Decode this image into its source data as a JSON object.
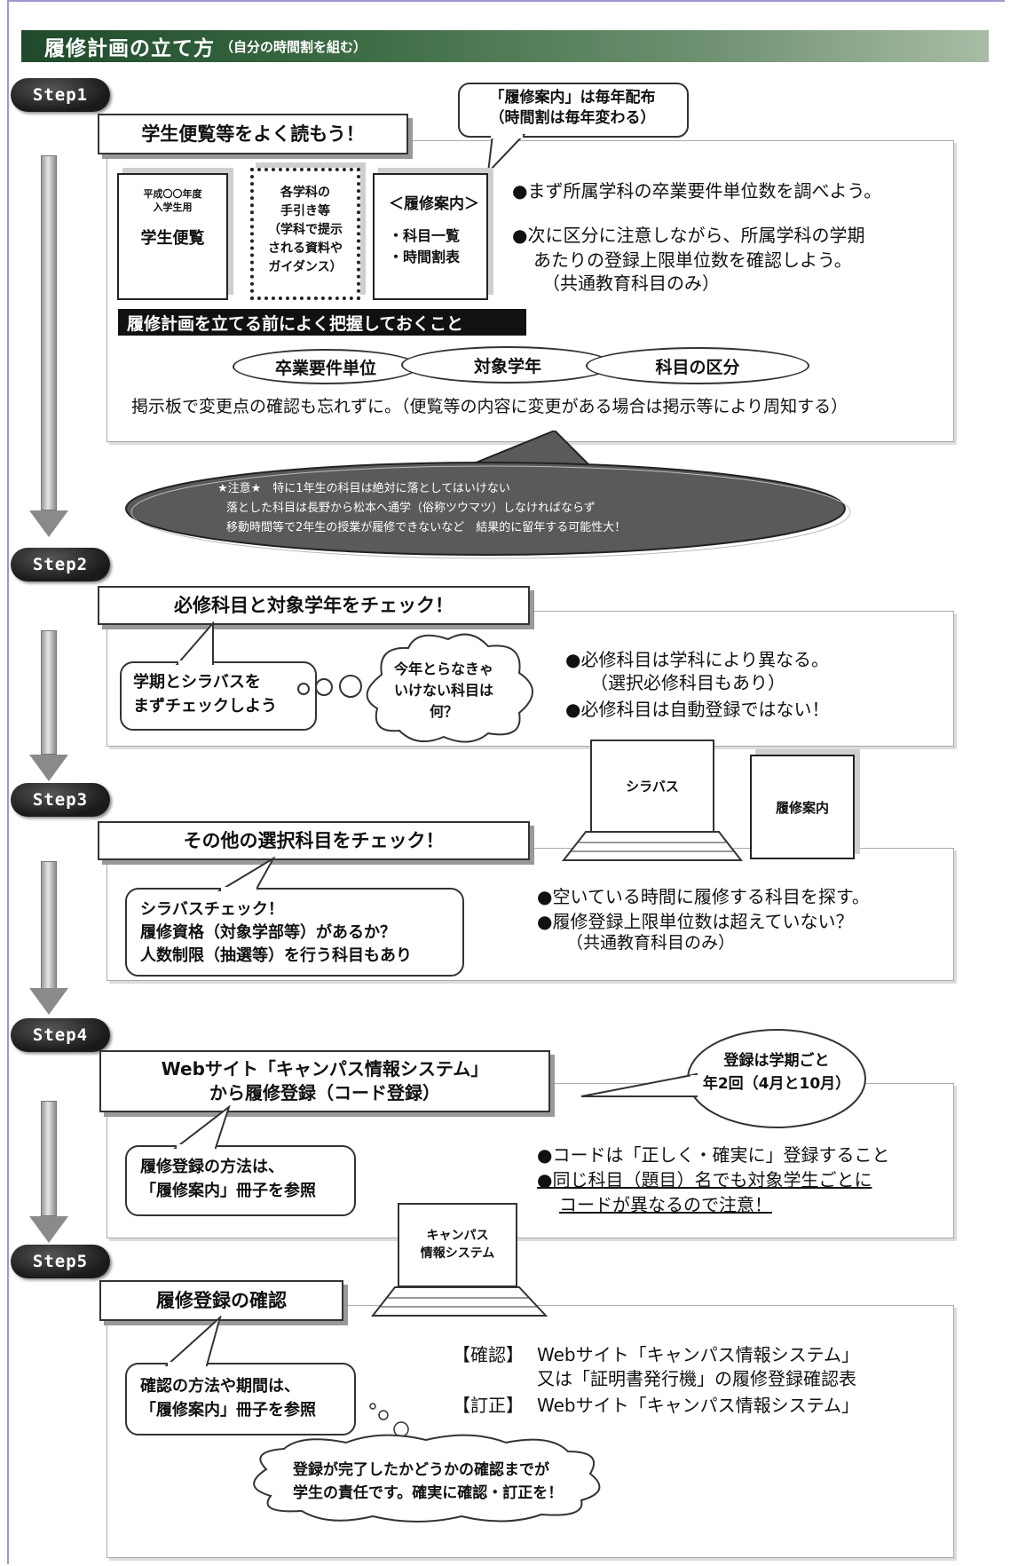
{
  "title": {
    "main": "履修計画の立て方",
    "sub": "（自分の時間割を組む）"
  },
  "steps": [
    "Step1",
    "Step2",
    "Step3",
    "Step4",
    "Step5"
  ],
  "step1": {
    "header": "学生便覧等をよく読もう！",
    "callout_line1": "「履修案内」は毎年配布",
    "callout_line2": "（時間割は毎年変わる）",
    "book1_line1": "平成〇〇年度",
    "book1_line2": "入学生用",
    "book1_title": "学生便覧",
    "book2_line1": "各学科の",
    "book2_line2": "手引き等",
    "book2_line3": "（学科で提示",
    "book2_line4": "される資料や",
    "book2_line5": "ガイダンス）",
    "book3_title": "＜履修案内＞",
    "book3_item1": "・科目一覧",
    "book3_item2": "・時間割表",
    "bullet1": "●まず所属学科の卒業要件単位数を調べよう。",
    "bullet2_line1": "●次に区分に注意しながら、所属学科の学期",
    "bullet2_line2": "あたりの登録上限単位数を確認しよう。",
    "bullet2_line3": "（共通教育科目のみ）",
    "blackbar": "履修計画を立てる前によく把握しておくこと",
    "oval1": "卒業要件単位",
    "oval2": "対象学年",
    "oval3": "科目の区分",
    "notice": "掲示板で変更点の確認も忘れずに。（便覧等の内容に変更がある場合は掲示等により周知する）",
    "warning_line1": "★注意★　特に1年生の科目は絶対に落としてはいけない",
    "warning_line2": "落とした科目は長野から松本へ通学（俗称ツウマツ）しなければならず",
    "warning_line3": "移動時間等で2年生の授業が履修できないなど　結果的に留年する可能性大！"
  },
  "step2": {
    "header": "必修科目と対象学年をチェック！",
    "box_line1": "学期とシラバスを",
    "box_line2": "まずチェックしよう",
    "thought_line1": "今年とらなきゃ",
    "thought_line2": "いけない科目は",
    "thought_line3": "何？",
    "bullet1_line1": "●必修科目は学科により異なる。",
    "bullet1_line2": "（選択必修科目もあり）",
    "bullet2": "●必修科目は自動登録ではない！"
  },
  "step3": {
    "laptop_label": "シラバス",
    "book_label": "履修案内",
    "header": "その他の選択科目をチェック！",
    "box_line1": "シラバスチェック！",
    "box_line2": "履修資格（対象学部等）があるか？",
    "box_line3": "人数制限（抽選等）を行う科目もあり",
    "bullet1": "●空いている時間に履修する科目を探す。",
    "bullet2_line1": "●履修登録上限単位数は超えていない？",
    "bullet2_line2": "（共通教育科目のみ）"
  },
  "step4": {
    "header_line1": "Webサイト「キャンパス情報システム」",
    "header_line2": "から履修登録（コード登録）",
    "bubble_line1": "登録は学期ごと",
    "bubble_line2": "年2回（4月と10月）",
    "box_line1": "履修登録の方法は、",
    "box_line2": "「履修案内」冊子を参照",
    "bullet1": "●コードは「正しく・確実に」登録すること",
    "bullet2_line1": "●同じ科目（題目）名でも対象学生ごとに",
    "bullet2_line2": "コードが異なるので注意！"
  },
  "step5": {
    "laptop_line1": "キャンパス",
    "laptop_line2": "情報システム",
    "header": "履修登録の確認",
    "box_line1": "確認の方法や期間は、",
    "box_line2": "「履修案内」冊子を参照",
    "confirm_label": "【確認】",
    "confirm_line1": "Webサイト「キャンパス情報システム」",
    "confirm_line2": "又は「証明書発行機」の履修登録確認表",
    "correct_label": "【訂正】",
    "correct_line1": "Webサイト「キャンパス情報システム」",
    "cloud_line1": "登録が完了したかどうかの確認までが",
    "cloud_line2": "学生の責任です。確実に確認・訂正を！"
  }
}
